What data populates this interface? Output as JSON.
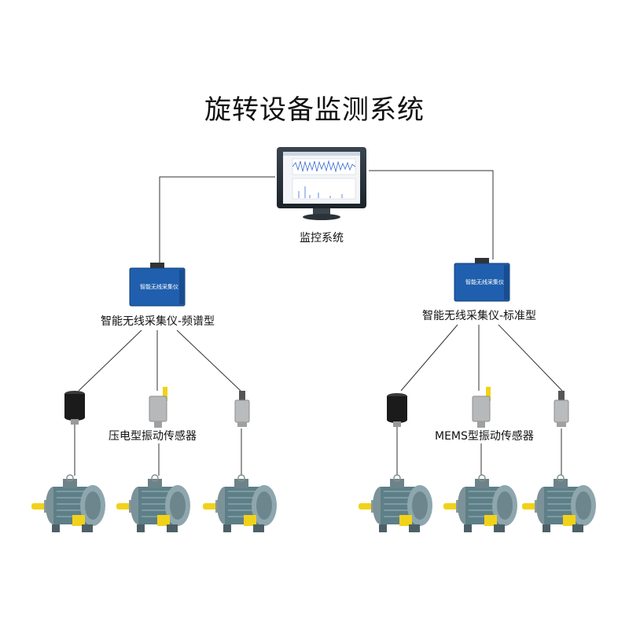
{
  "title": "旋转设备监测系统",
  "monitor": {
    "label": "监控系统"
  },
  "collectors": [
    {
      "id": "left",
      "screen_text": "智能无线采集仪",
      "label": "智能无线采集仪-频谱型"
    },
    {
      "id": "right",
      "screen_text": "智能无线采集仪",
      "label": "智能无线采集仪-标准型"
    }
  ],
  "sensor_labels": {
    "left": "压电型振动传感器",
    "right": "MEMS型振动传感器"
  },
  "colors": {
    "collector_blue": "#1f5fae",
    "motor_teal": "#5e7f87",
    "tag_yellow": "#f1d21a",
    "sensor_black": "#1b1b1b",
    "sensor_gray": "#b6b8ba"
  }
}
